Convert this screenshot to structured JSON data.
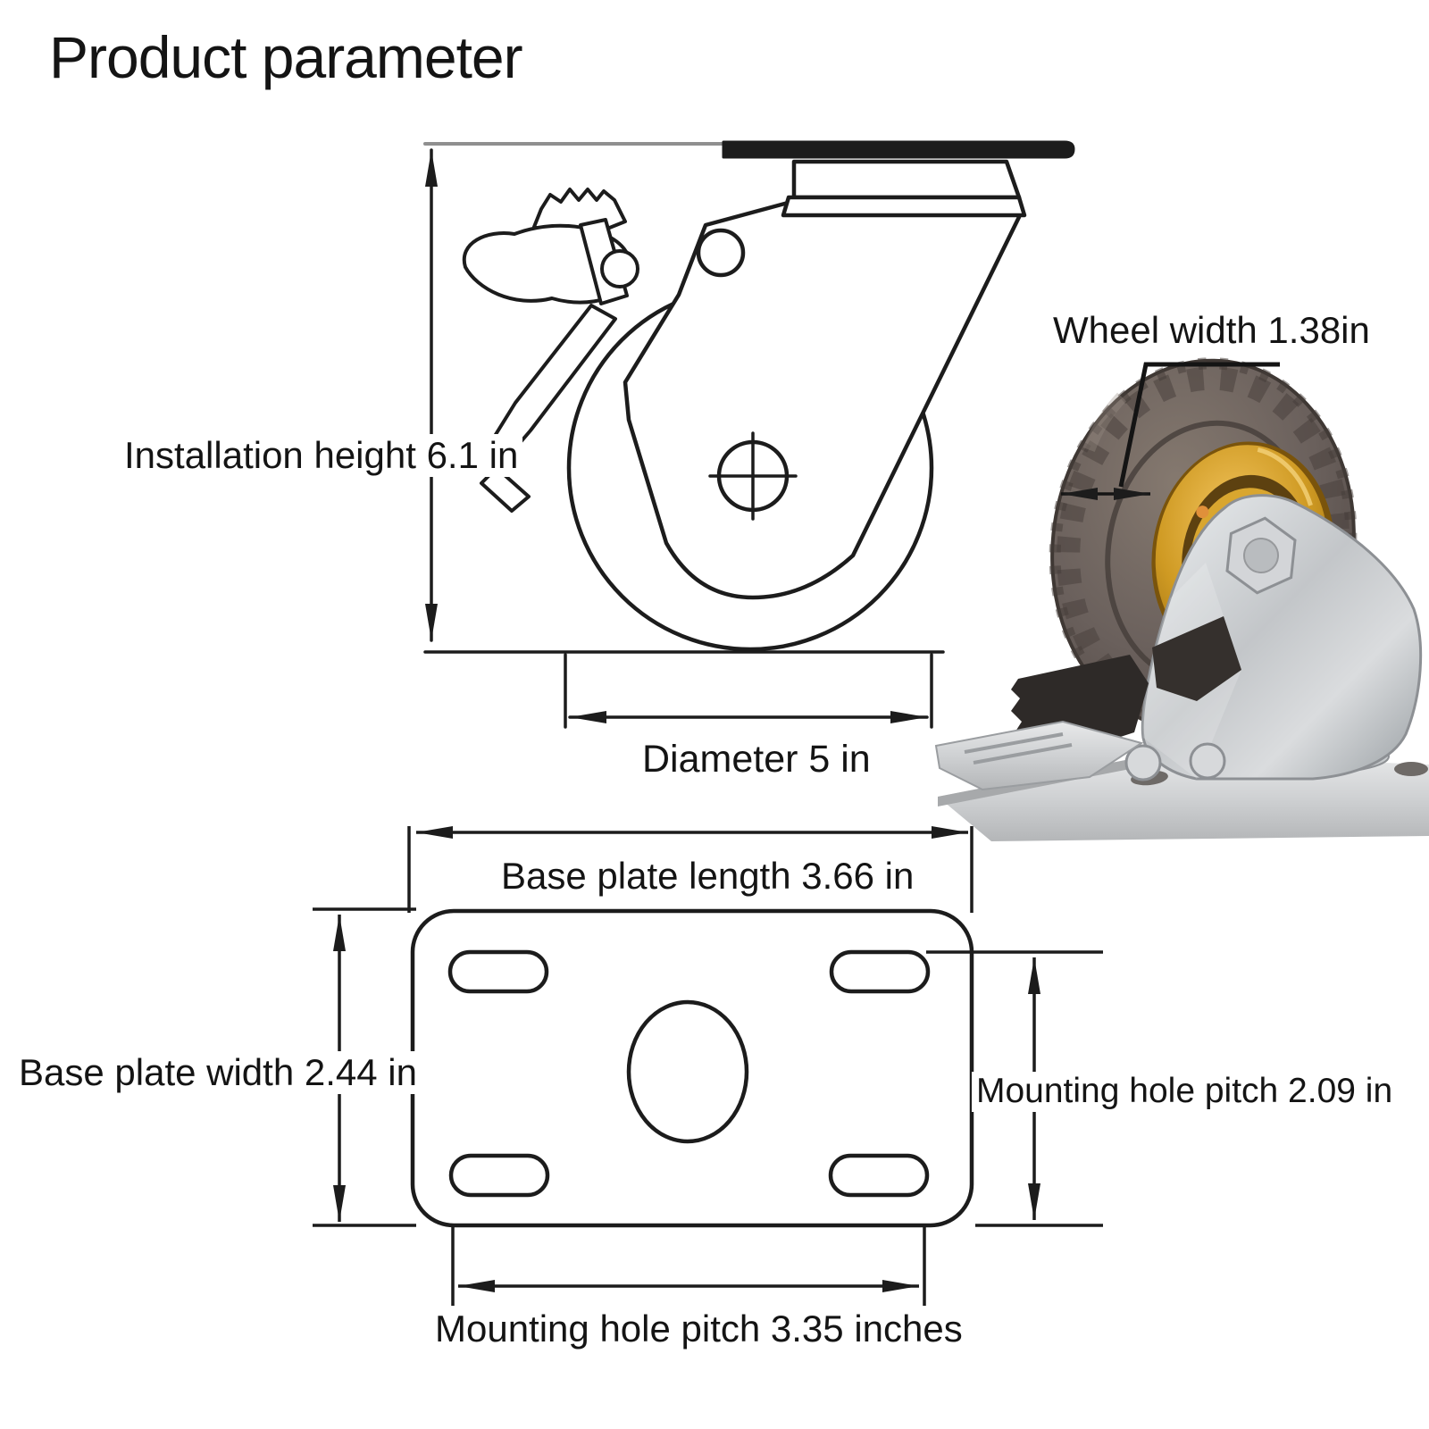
{
  "title": "Product parameter",
  "diagram": {
    "caster_side_view": {
      "installation_height_label": "Installation height 6.1 in",
      "diameter_label": "Diameter 5 in"
    },
    "wheel_photo": {
      "wheel_width_label": "Wheel width 1.38in"
    },
    "base_plate_view": {
      "length_label": "Base plate length 3.66 in",
      "width_label": "Base plate width 2.44 in",
      "mounting_hole_pitch_vertical_label": "Mounting hole pitch 2.09 in",
      "mounting_hole_pitch_horizontal_label": "Mounting hole pitch 3.35 inches"
    }
  },
  "colors": {
    "background": "#ffffff",
    "drawing_line": "#1c1c1c",
    "reference_line_gray": "#8f8f8f",
    "tire": "#6a605c",
    "hub_gold": "#c8941e",
    "metal_silver": "#c9cbce",
    "orange_ring": "#ea7d2c",
    "brake_pedal_dark": "#2e2a28"
  }
}
